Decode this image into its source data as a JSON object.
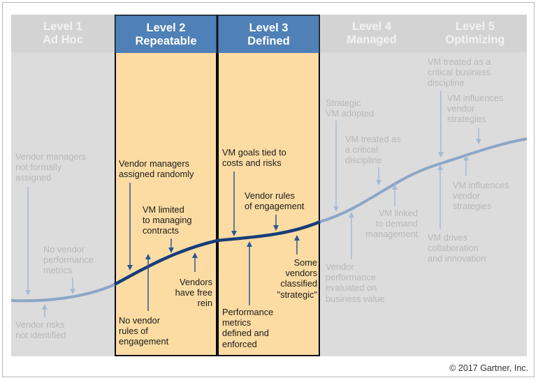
{
  "levels": [
    {
      "number": "Level 1",
      "name": "Ad Hoc"
    },
    {
      "number": "Level 2",
      "name": "Repeatable"
    },
    {
      "number": "Level 3",
      "name": "Defined"
    },
    {
      "number": "Level 4",
      "name": "Managed"
    },
    {
      "number": "Level 5",
      "name": "Optimizing"
    }
  ],
  "notes": {
    "l1_top": [
      "Vendor managers",
      "not formally",
      "assigned"
    ],
    "l1_mid": [
      "No vendor",
      "performance",
      "metrics"
    ],
    "l1_bottom": [
      "Vendor risks",
      "not identified"
    ],
    "l2_top": [
      "Vendor managers",
      "assigned randomly"
    ],
    "l2_mid": [
      "VM limited",
      "to managing",
      "contracts"
    ],
    "l2_right": [
      "Vendors",
      "have free",
      "rein"
    ],
    "l2_bottom": [
      "No vendor",
      "rules of",
      "engagement"
    ],
    "l3_top": [
      "VM goals tied to",
      "costs and risks"
    ],
    "l3_mid": [
      "Vendor rules",
      "of engagement"
    ],
    "l3_right": [
      "Some",
      "vendors",
      "classified",
      "\"strategic\""
    ],
    "l3_bottom": [
      "Performance",
      "metrics",
      "defined and",
      "enforced"
    ],
    "l4_top": [
      "Strategic",
      "VM adopted"
    ],
    "l4_mid": [
      "VM treated as",
      "a critical",
      "discipline"
    ],
    "l4_right": [
      "VM linked",
      "to demand",
      "management"
    ],
    "l4_bottom": [
      "Vendor",
      "performance",
      "evaluated on",
      "business value"
    ],
    "l5_top": [
      "VM treated as a",
      "critical business",
      "discipline"
    ],
    "l5_mid": [
      "VM influences",
      "vendor",
      "strategies"
    ],
    "l5_right": [
      "VM influences",
      "vendor",
      "strategies"
    ],
    "l5_bottom": [
      "VM drives",
      "collaboration",
      "and innovation"
    ]
  },
  "copyright": "© 2017 Gartner, Inc.",
  "colors": {
    "curve_light": "#8ba6c7",
    "curve_dark": "#163d7a",
    "arrow_light": "#a6bad4",
    "arrow_dark": "#2c5694",
    "highlight_fill": "#fddca3",
    "header_blue": "#4f80b8",
    "gray_fill": "#dcdcdc"
  }
}
